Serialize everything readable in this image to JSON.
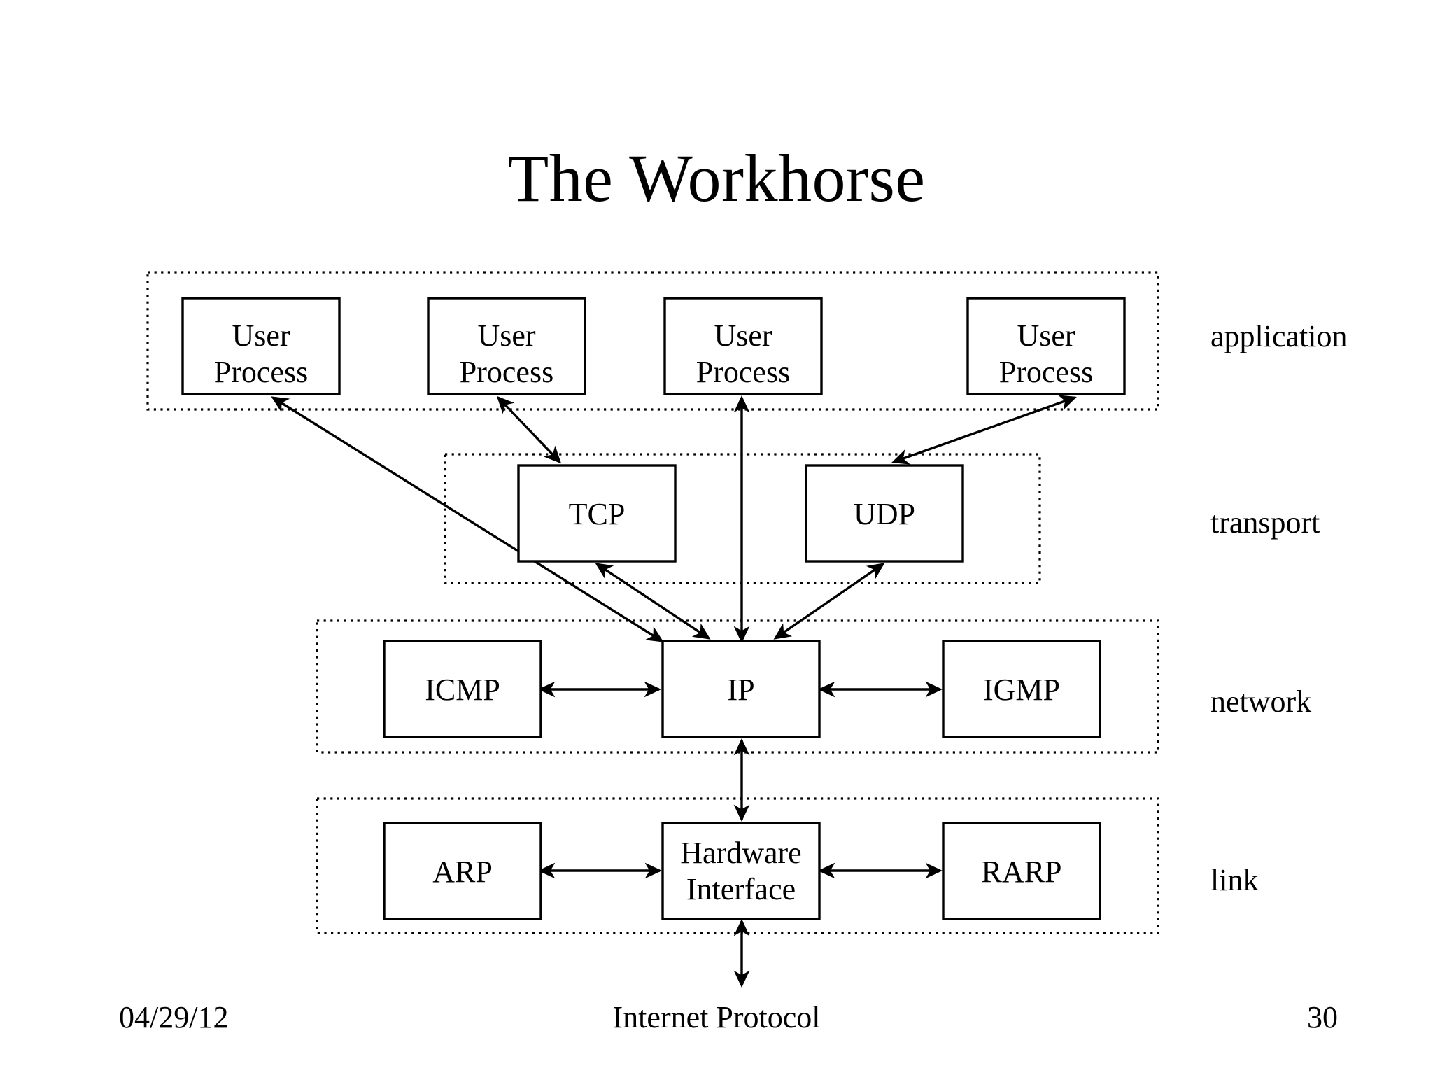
{
  "slide": {
    "title": "The Workhorse",
    "footer": {
      "date": "04/29/12",
      "title": "Internet Protocol",
      "page_number": "30"
    }
  },
  "diagram": {
    "type": "tcp-ip-protocol-stack",
    "layers": [
      {
        "id": "application",
        "label": "application"
      },
      {
        "id": "transport",
        "label": "transport"
      },
      {
        "id": "network",
        "label": "network"
      },
      {
        "id": "link",
        "label": "link"
      }
    ],
    "boxes": {
      "user_process_1": {
        "line1": "User",
        "line2": "Process"
      },
      "user_process_2": {
        "line1": "User",
        "line2": "Process"
      },
      "user_process_3": {
        "line1": "User",
        "line2": "Process"
      },
      "user_process_4": {
        "line1": "User",
        "line2": "Process"
      },
      "tcp": {
        "line1": "TCP"
      },
      "udp": {
        "line1": "UDP"
      },
      "icmp": {
        "line1": "ICMP"
      },
      "ip": {
        "line1": "IP"
      },
      "igmp": {
        "line1": "IGMP"
      },
      "arp": {
        "line1": "ARP"
      },
      "hardware_interface": {
        "line1": "Hardware",
        "line2": "Interface"
      },
      "rarp": {
        "line1": "RARP"
      }
    },
    "connections": [
      {
        "from": "ip",
        "to": "user_process_1",
        "arrows": "both"
      },
      {
        "from": "tcp",
        "to": "user_process_2",
        "arrows": "both"
      },
      {
        "from": "ip",
        "to": "user_process_3",
        "arrows": "both"
      },
      {
        "from": "udp",
        "to": "user_process_4",
        "arrows": "both"
      },
      {
        "from": "ip",
        "to": "tcp",
        "arrows": "both"
      },
      {
        "from": "ip",
        "to": "udp",
        "arrows": "both"
      },
      {
        "from": "icmp",
        "to": "ip",
        "arrows": "both"
      },
      {
        "from": "ip",
        "to": "igmp",
        "arrows": "both"
      },
      {
        "from": "ip",
        "to": "hardware_interface",
        "arrows": "both"
      },
      {
        "from": "arp",
        "to": "hardware_interface",
        "arrows": "both"
      },
      {
        "from": "hardware_interface",
        "to": "rarp",
        "arrows": "both"
      },
      {
        "from": "hardware_interface",
        "to": "media",
        "arrows": "both"
      }
    ],
    "colors": {
      "background": "#ffffff",
      "stroke": "#000000",
      "text": "#000000"
    }
  }
}
